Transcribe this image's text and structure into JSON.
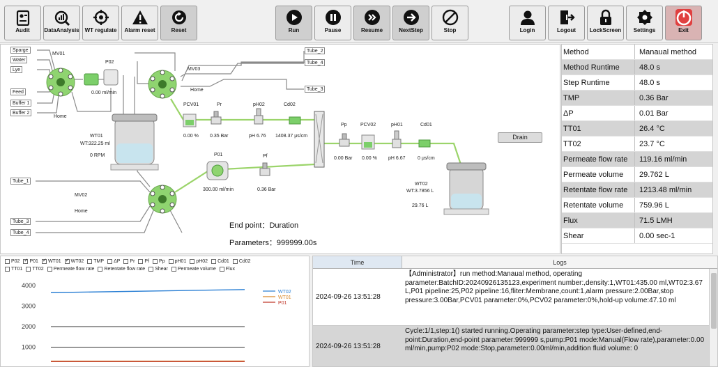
{
  "toolbar": {
    "left": [
      {
        "id": "audit",
        "label": "Audit",
        "icon": "audit-icon"
      },
      {
        "id": "data-analysis",
        "label": "DataAnalysis",
        "icon": "data-analysis-icon"
      },
      {
        "id": "wt-regulate",
        "label": "WT regulate",
        "icon": "crosshair-icon"
      },
      {
        "id": "alarm-reset",
        "label": "Alarm reset",
        "icon": "warning-icon"
      },
      {
        "id": "reset",
        "label": "Reset",
        "icon": "reset-icon"
      }
    ],
    "middle": [
      {
        "id": "run",
        "label": "Run",
        "icon": "play-icon"
      },
      {
        "id": "pause",
        "label": "Pause",
        "icon": "pause-icon"
      },
      {
        "id": "resume",
        "label": "Resume",
        "icon": "fast-forward-icon"
      },
      {
        "id": "next-step",
        "label": "NextStep",
        "icon": "arrow-right-icon"
      },
      {
        "id": "stop",
        "label": "Stop",
        "icon": "stop-icon"
      }
    ],
    "right": [
      {
        "id": "login",
        "label": "Login",
        "icon": "user-icon"
      },
      {
        "id": "logout",
        "label": "Logout",
        "icon": "logout-icon"
      },
      {
        "id": "lock-screen",
        "label": "LockScreen",
        "icon": "lock-icon"
      },
      {
        "id": "settings",
        "label": "Settings",
        "icon": "gear-icon"
      },
      {
        "id": "exit",
        "label": "Exit",
        "icon": "power-icon"
      }
    ]
  },
  "diagram": {
    "inlets": {
      "sparge": "Sparge",
      "water": "Water",
      "lye": "Lye",
      "feed": "Feed",
      "buffer1": "Buffer 1",
      "buffer2": "Buffer 2"
    },
    "mv01": "MV01",
    "mv01_home": "Home",
    "p02": "P02",
    "p02_flow": "0.00 ml/min",
    "mv03": "MV03",
    "mv03_home": "Home",
    "tubes_top": {
      "t2": "Tube_2",
      "t4": "Tube_4",
      "t3": "Tube_3"
    },
    "wt01": "WT01",
    "wt01_weight": "WT:322.25 ml",
    "wt01_rpm": "0 RPM",
    "pcv01": "PCV01",
    "pcv01_val": "0.00 %",
    "pr": "Pr",
    "pr_val": "0.35 Bar",
    "ph02": "pH02",
    "ph02_val": "pH 6.76",
    "cd02": "Cd02",
    "cd02_val": "1408.37 μs/cm",
    "pp": "Pp",
    "pp_val": "0.00 Bar",
    "pcv02": "PCV02",
    "pcv02_val": "0.00 %",
    "ph01": "pH01",
    "ph01_val": "pH 6.67",
    "cd01": "Cd01",
    "cd01_val": "0 μs/cm",
    "drain": "Drain",
    "p01": "P01",
    "p01_flow": "300.00 ml/min",
    "pf": "Pf",
    "pf_val": "0.36 Bar",
    "wt02": "WT02",
    "wt02_weight": "WT:3.7856 L",
    "wt02_val": "29.76 L",
    "mv02": "MV02",
    "mv02_home": "Home",
    "tubes_left": {
      "t1": "Tube_1",
      "t3": "Tube_3",
      "t4": "Tube_4"
    },
    "endpoint": "End point：Duration",
    "parameters": "Parameters：999999.00s"
  },
  "params": [
    {
      "k": "Method",
      "v": "Manaual method"
    },
    {
      "k": "Method Runtime",
      "v": "48.0 s"
    },
    {
      "k": "Step Runtime",
      "v": "48.0 s"
    },
    {
      "k": "TMP",
      "v": "0.36 Bar"
    },
    {
      "k": "ΔP",
      "v": "0.01 Bar"
    },
    {
      "k": "TT01",
      "v": "26.4 °C"
    },
    {
      "k": "TT02",
      "v": "23.7 °C"
    },
    {
      "k": "Permeate flow rate",
      "v": "119.16 ml/min"
    },
    {
      "k": "Permeate volume",
      "v": "29.762 L"
    },
    {
      "k": "Retentate flow rate",
      "v": "1213.48 ml/min"
    },
    {
      "k": "Retentate volume",
      "v": "759.96 L"
    },
    {
      "k": "Flux",
      "v": "71.5 LMH"
    },
    {
      "k": "Shear",
      "v": "0.00 sec-1"
    }
  ],
  "chart": {
    "checkboxes_row1": [
      {
        "label": "P02",
        "on": false
      },
      {
        "label": "P01",
        "on": true
      },
      {
        "label": "WT01",
        "on": true
      },
      {
        "label": "WT02",
        "on": true
      },
      {
        "label": "TMP",
        "on": false
      },
      {
        "label": "ΔP",
        "on": false
      },
      {
        "label": "Pr",
        "on": false
      },
      {
        "label": "Pf",
        "on": false
      },
      {
        "label": "Pp",
        "on": false
      },
      {
        "label": "pH01",
        "on": false
      },
      {
        "label": "pH02",
        "on": false
      },
      {
        "label": "Cd01",
        "on": false
      },
      {
        "label": "Cd02",
        "on": false
      }
    ],
    "checkboxes_row2": [
      {
        "label": "TT01",
        "on": false
      },
      {
        "label": "TT02",
        "on": false
      },
      {
        "label": "Permeate flow rate",
        "on": false
      },
      {
        "label": "Retentate flow rate",
        "on": false
      },
      {
        "label": "Shear",
        "on": false
      },
      {
        "label": "Permeate volume",
        "on": false
      },
      {
        "label": "Flux",
        "on": false
      }
    ]
  },
  "chart_data": {
    "type": "line",
    "ylim": [
      0,
      4200
    ],
    "yticks": [
      1000,
      2000,
      3000,
      4000
    ],
    "x": [
      0,
      1
    ],
    "series": [
      {
        "name": "WT02",
        "color": "#2a7fd4",
        "values": [
          3650,
          3800
        ]
      },
      {
        "name": "WT01",
        "color": "#d9892b",
        "values": [
          320,
          322
        ]
      },
      {
        "name": "P01",
        "color": "#c0392b",
        "values": [
          300,
          300
        ]
      }
    ],
    "ref_lines": [
      {
        "value": 2000,
        "color": "#333333"
      },
      {
        "value": 1000,
        "color": "#333333"
      }
    ]
  },
  "logs": {
    "col_time": "Time",
    "col_logs": "Logs",
    "rows": [
      {
        "time": "2024-09-26 13:51:28",
        "msg": "【Administrator】run method:Manaual method, operating parameter:BatchID:20240926135123,experiment number:,density:1,WT01:435.00 ml,WT02:3.67 L,P01 pipeline:25,P02 pipeline:16,fliter:Membrane,count:1,alarm pressure:2.00Bar,stop pressure:3.00Bar,PCV01 parameter:0%,PCV02 parameter:0%,hold-up volume:47.10 ml"
      },
      {
        "time": "2024-09-26 13:51:28",
        "msg": "Cycle:1/1,step:1() started running.Operating parameter:step type:User-defined,end-point:Duration,end-point parameter:999999 s,pump:P01 mode:Manual(Flow rate),parameter:0.00 ml/min,pump:P02 mode:Stop,parameter:0.00ml/min,addition fluid volume: 0"
      }
    ]
  }
}
